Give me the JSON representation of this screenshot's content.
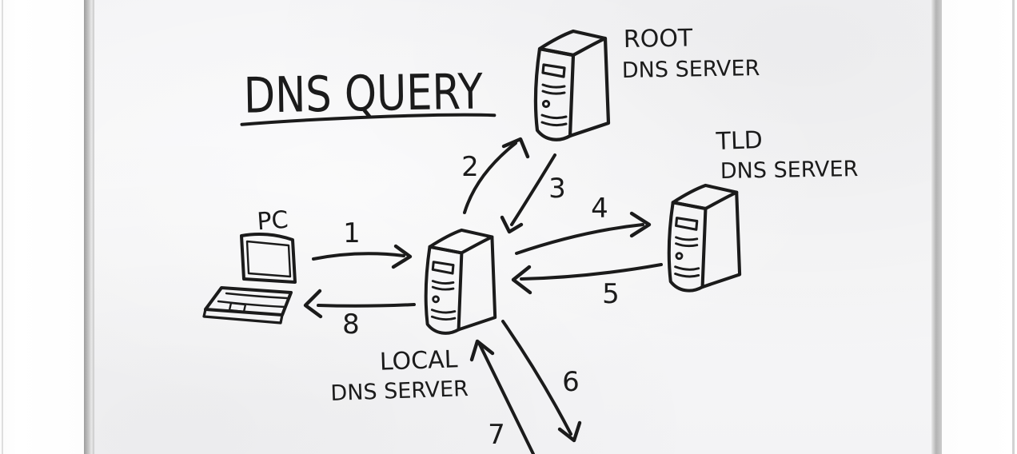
{
  "board": {
    "title": "DNS QUERY"
  },
  "nodes": {
    "pc": {
      "label": "PC"
    },
    "local_dns": {
      "label_line1": "LOCAL",
      "label_line2": "DNS SERVER"
    },
    "root_dns": {
      "label_line1": "ROOT",
      "label_line2": "DNS SERVER"
    },
    "tld_dns": {
      "label_line1": "TLD",
      "label_line2": "DNS SERVER"
    }
  },
  "steps": [
    {
      "number": "1",
      "from": "pc",
      "to": "local_dns"
    },
    {
      "number": "2",
      "from": "local_dns",
      "to": "root_dns"
    },
    {
      "number": "3",
      "from": "root_dns",
      "to": "local_dns"
    },
    {
      "number": "4",
      "from": "local_dns",
      "to": "tld_dns"
    },
    {
      "number": "5",
      "from": "tld_dns",
      "to": "local_dns"
    },
    {
      "number": "6",
      "from": "local_dns",
      "to": "offscreen_bottom"
    },
    {
      "number": "7",
      "from": "offscreen_bottom",
      "to": "local_dns"
    },
    {
      "number": "8",
      "from": "local_dns",
      "to": "pc"
    }
  ],
  "colors": {
    "ink": "#1b1b1b",
    "board_surface": "#f5f5f6",
    "frame_rail": "#bdbdbd",
    "wall_margin": "#ffffff"
  }
}
